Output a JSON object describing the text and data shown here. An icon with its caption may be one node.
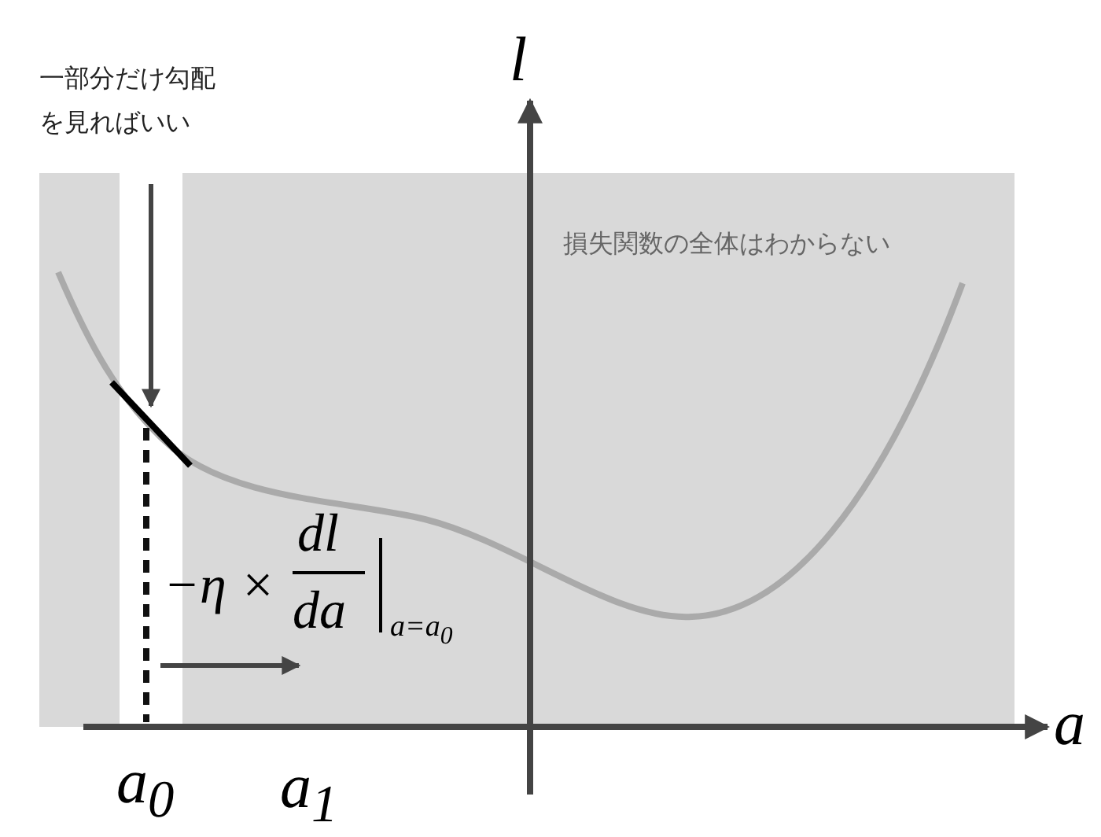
{
  "diagram": {
    "nodes": [
      {
        "text": [
          "一部分だけ勾配を見ればいい"
        ]
      },
      {
        "text": [],
        "shape": "line"
      }
    ],
    "edges": [
      {
        "from": 0,
        "to": 1,
        "arrow": "to"
      }
    ],
    "labels": [
      "l",
      "損失関数の全体はわからない",
      "−η ×",
      "dl",
      "da",
      "a=a$_{0}$",
      "a",
      "a$_{0}$",
      "a$_{1}$"
    ]
  }
}
